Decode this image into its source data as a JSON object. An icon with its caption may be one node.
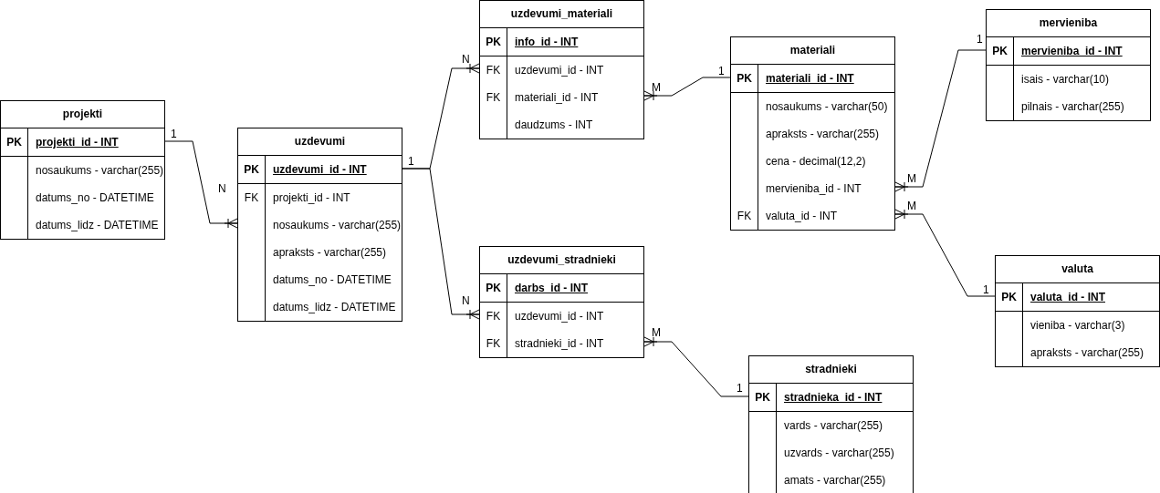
{
  "diagram": {
    "nodes": [
      {
        "text": [
          "projekti",
          "PK",
          "projekti_id - INT",
          "nosaukums - varchar(255)",
          "datums_no - DATETIME",
          "datums_lidz - DATETIME"
        ]
      },
      {
        "text": [
          "uzdevumi",
          "PK",
          "uzdevumi_id - INT",
          "FK",
          "projekti_id - INT",
          "nosaukums - varchar(255)",
          "apraksts - varchar(255)",
          "datums_no - DATETIME",
          "datums_lidz - DATETIME"
        ]
      },
      {
        "text": [
          "uzdevumi_materiali",
          "PK",
          "info_id - INT",
          "FK",
          "uzdevumi_id - INT",
          "FK",
          "materiali_id - INT",
          "daudzums - INT"
        ]
      },
      {
        "text": [
          "uzdevumi_stradnieki",
          "PK",
          "darbs_id - INT",
          "FK",
          "uzdevumi_id - INT",
          "FK",
          "stradnieki_id - INT"
        ]
      },
      {
        "text": [
          "materiali",
          "PK",
          "materiali_id - INT",
          "nosaukums - varchar(50)",
          "apraksts - varchar(255)",
          "cena - decimal(12,2)",
          "mervieniba_id - INT",
          "FK",
          "valuta_id - INT"
        ]
      },
      {
        "text": [
          "stradnieki",
          "PK",
          "stradnieka_id - INT",
          "vards - varchar(255)",
          "uzvards - varchar(255)",
          "amats - varchar(255)"
        ]
      },
      {
        "text": [
          "mervieniba",
          "PK",
          "mervieniba_id - INT",
          "isais - varchar(10)",
          "pilnais - varchar(255)"
        ]
      },
      {
        "text": [
          "valuta",
          "PK",
          "valuta_id - INT",
          "vieniba - varchar(3)",
          "apraksts - varchar(255)"
        ]
      }
    ],
    "edges": [
      {
        "from": 0,
        "to": 1,
        "arrow": "other"
      },
      {
        "from": 1,
        "to": 2,
        "arrow": "other"
      },
      {
        "from": 1,
        "to": 3,
        "arrow": "other"
      },
      {
        "from": 4,
        "to": 2,
        "arrow": "other"
      },
      {
        "from": 6,
        "to": 4,
        "arrow": "other"
      },
      {
        "from": 7,
        "to": 4,
        "arrow": "other"
      },
      {
        "from": 5,
        "to": 3,
        "arrow": "other"
      }
    ],
    "labels": [
      "1",
      "N",
      "1",
      "M",
      "1",
      "1",
      "M",
      "N",
      "M",
      "1",
      "N",
      "M",
      "1"
    ]
  }
}
